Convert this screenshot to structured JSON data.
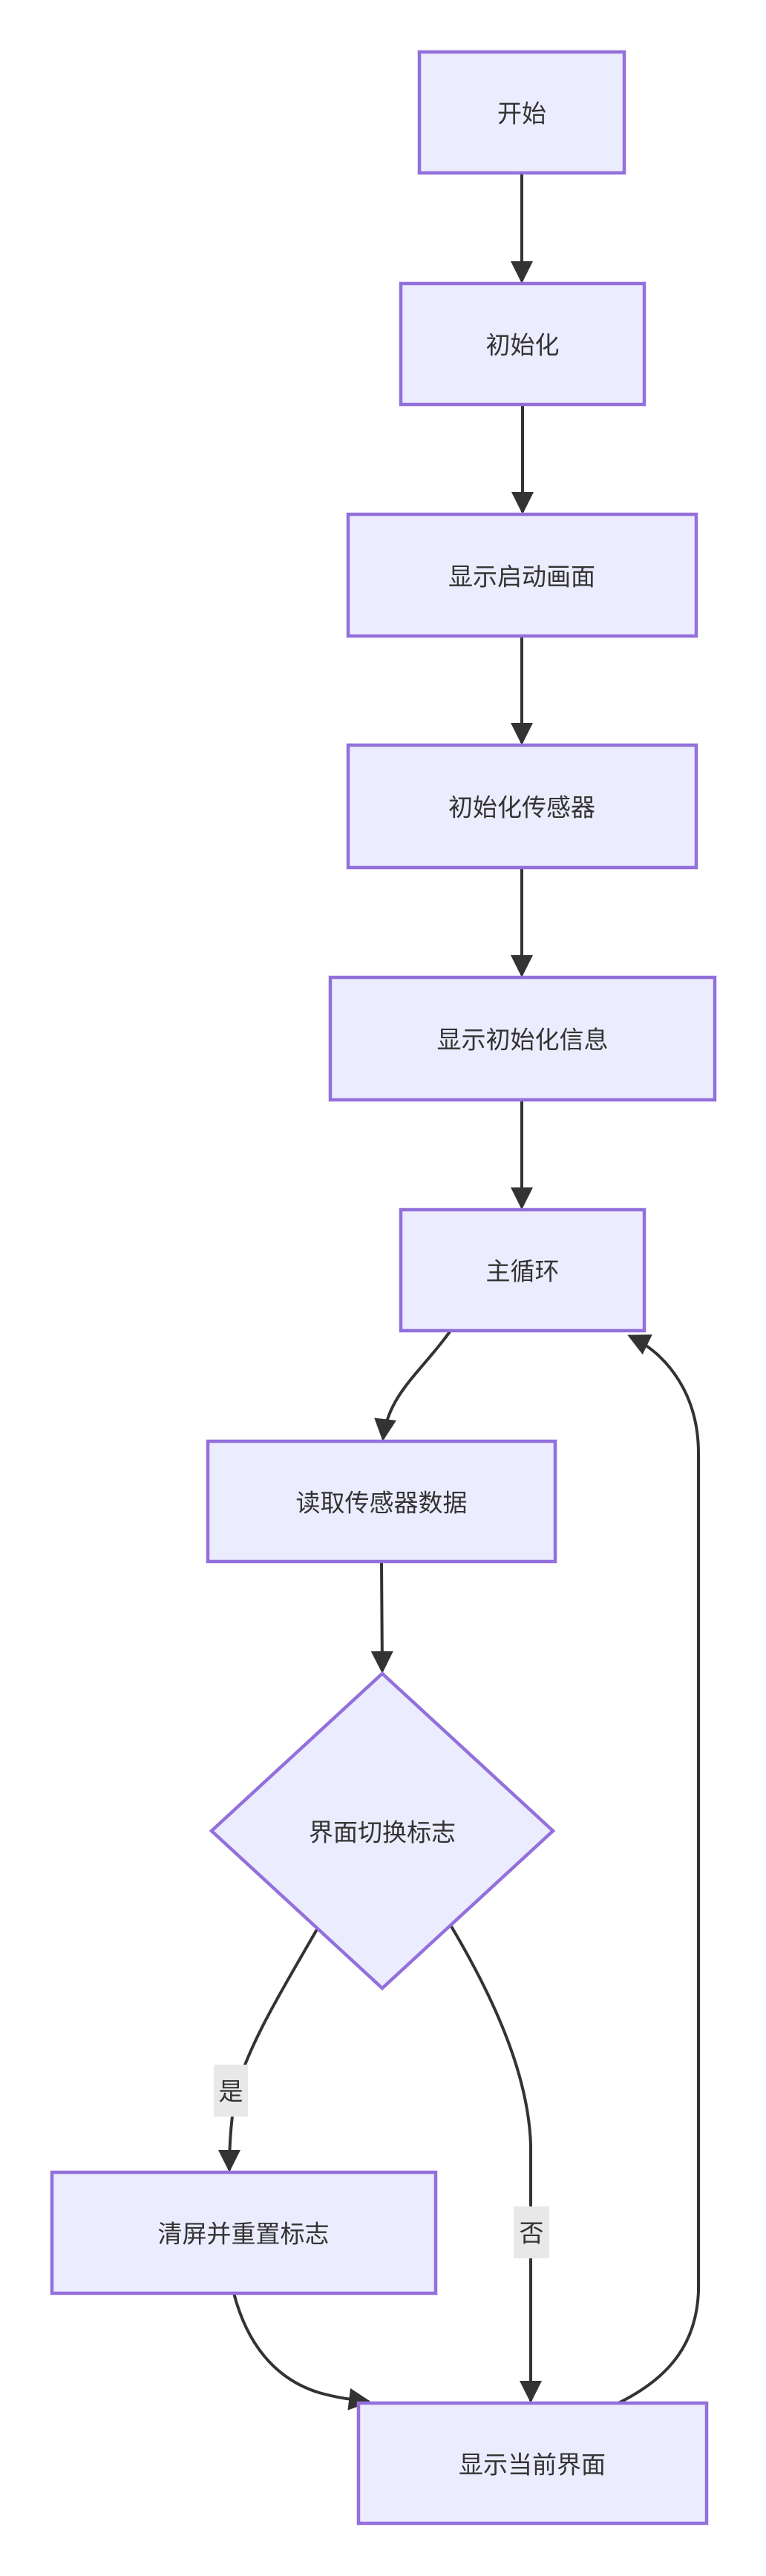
{
  "diagram": {
    "type": "flowchart",
    "direction": "top-down",
    "nodes": [
      {
        "id": "start",
        "shape": "rectangle",
        "label": "开始"
      },
      {
        "id": "init",
        "shape": "rectangle",
        "label": "初始化"
      },
      {
        "id": "show_splash",
        "shape": "rectangle",
        "label": "显示启动画面"
      },
      {
        "id": "init_sensors",
        "shape": "rectangle",
        "label": "初始化传感器"
      },
      {
        "id": "show_init_info",
        "shape": "rectangle",
        "label": "显示初始化信息"
      },
      {
        "id": "main_loop",
        "shape": "rectangle",
        "label": "主循环"
      },
      {
        "id": "read_sensor_data",
        "shape": "rectangle",
        "label": "读取传感器数据"
      },
      {
        "id": "ui_switch_flag",
        "shape": "diamond",
        "label": "界面切换标志"
      },
      {
        "id": "clear_and_reset",
        "shape": "rectangle",
        "label": "清屏并重置标志"
      },
      {
        "id": "show_current_ui",
        "shape": "rectangle",
        "label": "显示当前界面"
      }
    ],
    "edges": [
      {
        "from": "start",
        "to": "init",
        "label": ""
      },
      {
        "from": "init",
        "to": "show_splash",
        "label": ""
      },
      {
        "from": "show_splash",
        "to": "init_sensors",
        "label": ""
      },
      {
        "from": "init_sensors",
        "to": "show_init_info",
        "label": ""
      },
      {
        "from": "show_init_info",
        "to": "main_loop",
        "label": ""
      },
      {
        "from": "main_loop",
        "to": "read_sensor_data",
        "label": ""
      },
      {
        "from": "read_sensor_data",
        "to": "ui_switch_flag",
        "label": ""
      },
      {
        "from": "ui_switch_flag",
        "to": "clear_and_reset",
        "label": "是"
      },
      {
        "from": "ui_switch_flag",
        "to": "show_current_ui",
        "label": "否"
      },
      {
        "from": "clear_and_reset",
        "to": "show_current_ui",
        "label": ""
      },
      {
        "from": "show_current_ui",
        "to": "main_loop",
        "label": ""
      }
    ],
    "colors": {
      "node_fill": "#ECECFF",
      "node_border": "#9370DB",
      "edge_line": "#333333",
      "node_text": "#333333",
      "edge_label_bg": "#E8E8E8",
      "canvas_bg": "#FFFFFF"
    }
  }
}
